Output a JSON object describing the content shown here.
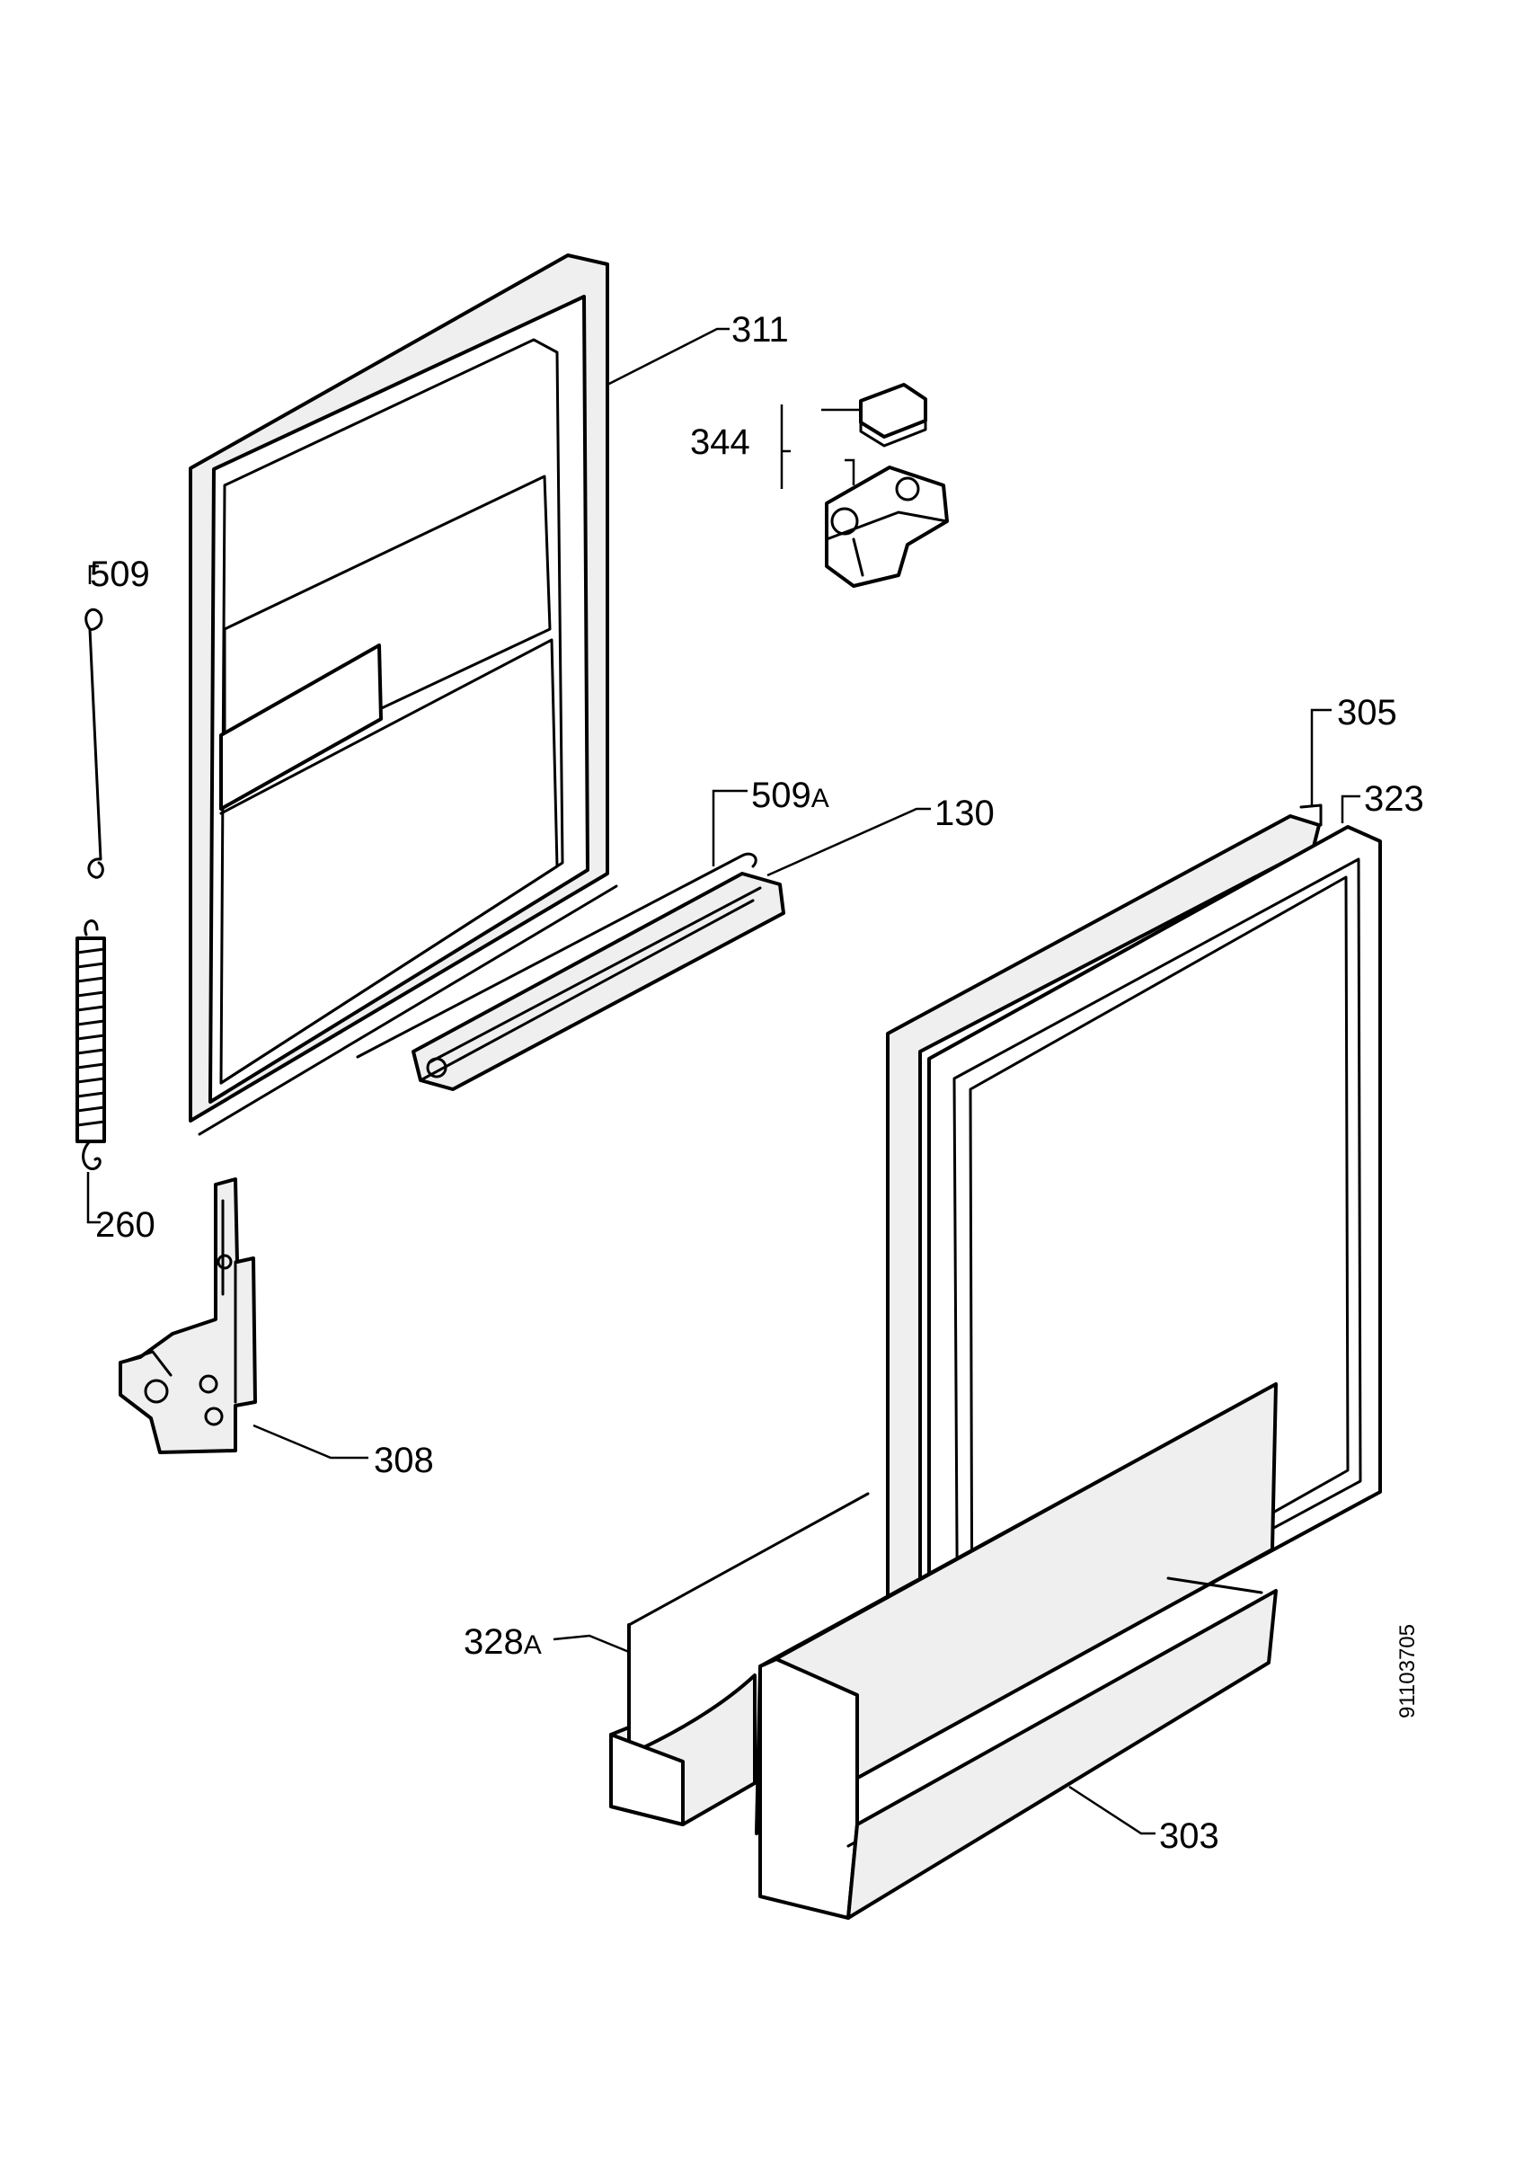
{
  "diagram": {
    "drawing_number": "91103705",
    "callouts": [
      {
        "id": "311",
        "label": "311"
      },
      {
        "id": "344",
        "label": "344"
      },
      {
        "id": "509",
        "label": "509"
      },
      {
        "id": "509a",
        "label": "509",
        "suffix": "A"
      },
      {
        "id": "130",
        "label": "130"
      },
      {
        "id": "305",
        "label": "305"
      },
      {
        "id": "323",
        "label": "323"
      },
      {
        "id": "260",
        "label": "260"
      },
      {
        "id": "308",
        "label": "308"
      },
      {
        "id": "328a",
        "label": "328",
        "suffix": "A"
      },
      {
        "id": "303",
        "label": "303"
      }
    ]
  }
}
